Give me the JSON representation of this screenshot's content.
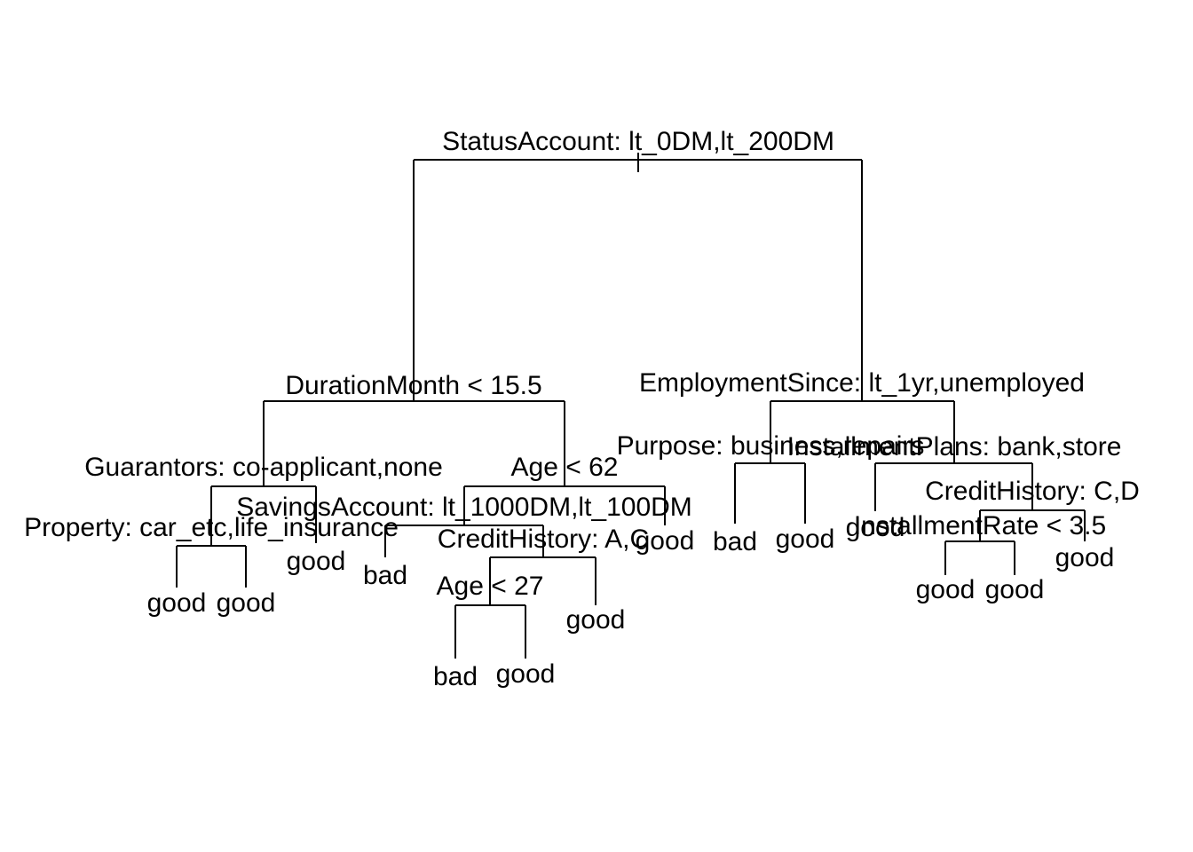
{
  "nodes": {
    "n_root": {
      "label": "StatusAccount: lt_0DM,lt_200DM"
    },
    "n_dur": {
      "label": "DurationMonth < 15.5"
    },
    "n_emp": {
      "label": "EmploymentSince: lt_1yr,unemployed"
    },
    "n_guar": {
      "label": "Guarantors: co-applicant,none"
    },
    "n_age62": {
      "label": "Age < 62"
    },
    "n_purp": {
      "label": "Purpose: business,repairs"
    },
    "n_inst": {
      "label": "InstallmentPlans: bank,store"
    },
    "n_prop": {
      "label": "Property: car_etc,life_insurance"
    },
    "n_sav": {
      "label": "SavingsAccount: lt_1000DM,lt_100DM"
    },
    "n_credAC": {
      "label": "CreditHistory: A,C"
    },
    "n_credCD": {
      "label": "CreditHistory: C,D"
    },
    "n_rate": {
      "label": "InstallmentRate < 3.5"
    },
    "n_age27": {
      "label": "Age < 27"
    },
    "l1": {
      "label": "good"
    },
    "l2": {
      "label": "good"
    },
    "l3": {
      "label": "good"
    },
    "l4": {
      "label": "bad"
    },
    "l5": {
      "label": "good"
    },
    "l6": {
      "label": "bad"
    },
    "l7": {
      "label": "good"
    },
    "l8": {
      "label": "good"
    },
    "l9": {
      "label": "bad"
    },
    "l10": {
      "label": "good"
    },
    "l11": {
      "label": "good"
    },
    "l12": {
      "label": "good"
    },
    "l13": {
      "label": "good"
    },
    "l14": {
      "label": "good"
    }
  }
}
